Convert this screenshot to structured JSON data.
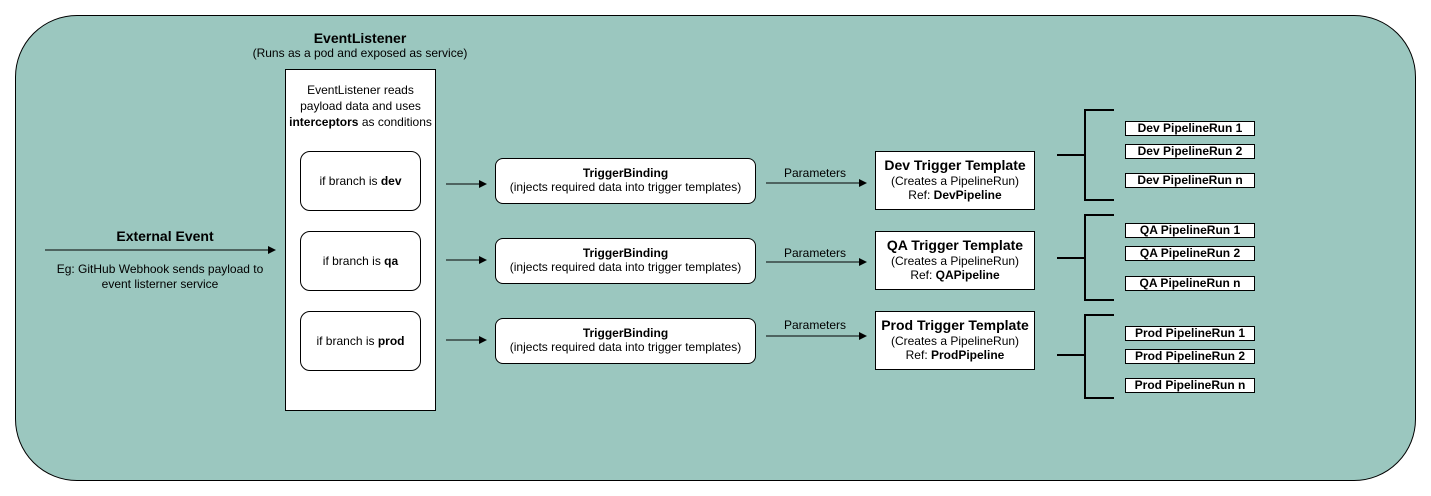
{
  "event_listener": {
    "title": "EventListener",
    "subtitle": "(Runs as a pod and exposed as service)",
    "description_pre": "EventListener reads payload data and uses",
    "description_bold": "interceptors",
    "description_post": "as conditions"
  },
  "external_event": {
    "title": "External Event",
    "description": "Eg: GitHub Webhook sends payload to event listerner service"
  },
  "conditions": [
    {
      "prefix": "if branch is",
      "branch": "dev"
    },
    {
      "prefix": "if branch is",
      "branch": "qa"
    },
    {
      "prefix": "if branch is",
      "branch": "prod"
    }
  ],
  "trigger_binding": {
    "title": "TriggerBinding",
    "subtitle": "(injects required data into trigger templates)"
  },
  "parameters_label": "Parameters",
  "templates": [
    {
      "title": "Dev Trigger Template",
      "sub": "(Creates a PipelineRun)",
      "ref_prefix": "Ref:",
      "ref": "DevPipeline",
      "runs": [
        "Dev PipelineRun 1",
        "Dev PipelineRun 2",
        "Dev PipelineRun n"
      ]
    },
    {
      "title": "QA Trigger Template",
      "sub": "(Creates a PipelineRun)",
      "ref_prefix": "Ref:",
      "ref": "QAPipeline",
      "runs": [
        "QA PipelineRun 1",
        "QA PipelineRun 2",
        "QA PipelineRun n"
      ]
    },
    {
      "title": "Prod Trigger Template",
      "sub": "(Creates a PipelineRun)",
      "ref_prefix": "Ref:",
      "ref": "ProdPipeline",
      "runs": [
        "Prod PipelineRun 1",
        "Prod PipelineRun 2",
        "Prod PipelineRun n"
      ]
    }
  ],
  "colors": {
    "background": "#9bc7bf",
    "box": "#ffffff",
    "stroke": "#000000"
  }
}
